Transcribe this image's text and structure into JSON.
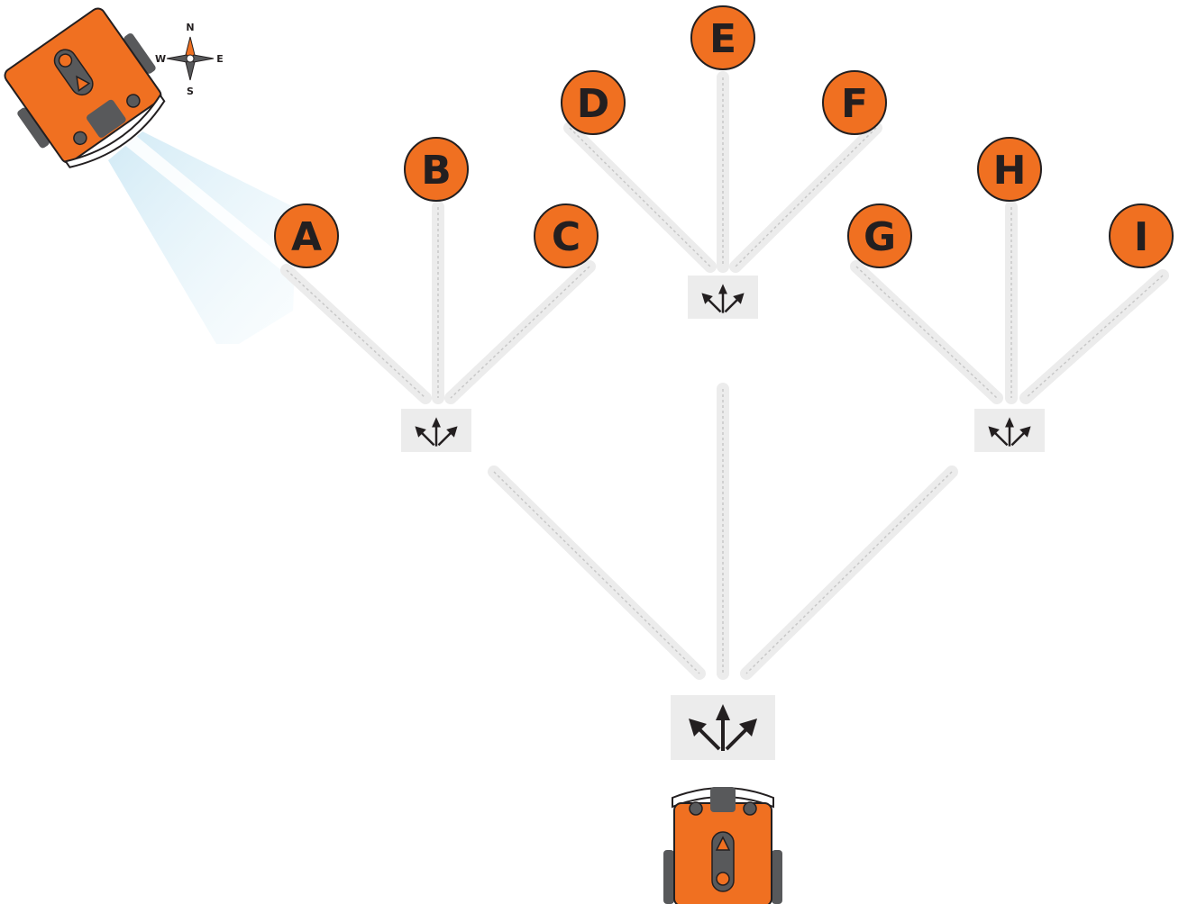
{
  "compass": {
    "n": "N",
    "e": "E",
    "s": "S",
    "w": "W"
  },
  "nodes": [
    {
      "id": "A",
      "label": "A"
    },
    {
      "id": "B",
      "label": "B"
    },
    {
      "id": "C",
      "label": "C"
    },
    {
      "id": "D",
      "label": "D"
    },
    {
      "id": "E",
      "label": "E"
    },
    {
      "id": "F",
      "label": "F"
    },
    {
      "id": "G",
      "label": "G"
    },
    {
      "id": "H",
      "label": "H"
    },
    {
      "id": "I",
      "label": "I"
    }
  ],
  "colors": {
    "robot_body": "#f07021",
    "robot_dark": "#58595b",
    "node_fill": "#f07021",
    "node_stroke": "#231f20",
    "path_track": "#ececec",
    "path_dash": "#c8c8c8",
    "junction_bg": "#ececec",
    "arrow": "#231f20",
    "beam": "#cfe9f5"
  }
}
